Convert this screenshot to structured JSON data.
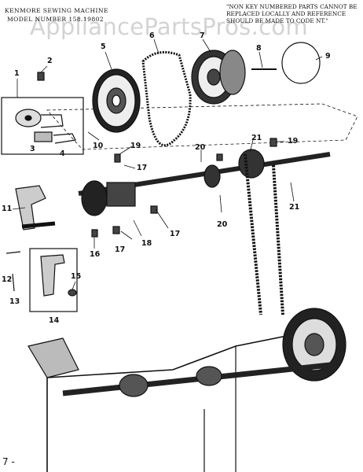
{
  "header": {
    "line1": "KENMORE SEWING MACHINE",
    "line2": "MODEL NUMBER 158.19802"
  },
  "watermark": "AppliancePartsPros.com",
  "note": "\"NON KEY NUMBERED PARTS CANNOT BE REPLACED LOCALLY AND REFERENCE SHOULD BE MADE TO CODE NT.\"",
  "page_number": "7 -",
  "callouts": {
    "c1": "1",
    "c2": "2",
    "c3": "3",
    "c4": "4",
    "c5": "5",
    "c6": "6",
    "c7": "7",
    "c8": "8",
    "c9": "9",
    "c10": "10",
    "c11": "11",
    "c12": "12",
    "c13": "13",
    "c14": "14",
    "c15": "15",
    "c16": "16",
    "c17a": "17",
    "c17b": "17",
    "c17c": "17",
    "c18": "18",
    "c19a": "19",
    "c19b": "19",
    "c20a": "20",
    "c20b": "20",
    "c21a": "21",
    "c21b": "21"
  }
}
